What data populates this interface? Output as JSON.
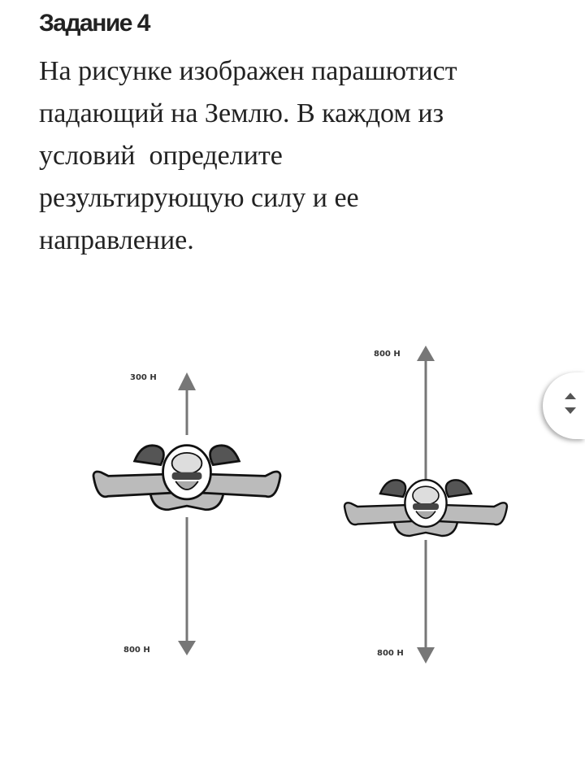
{
  "title": "Задание 4",
  "text_lines": [
    "На рисунке изображен парашютист",
    "падающий на Землю. В каждом из",
    "условий  определите",
    "результирующую силу и ее",
    "направление."
  ],
  "figures": [
    {
      "up_force": "300 Н",
      "down_force": "800 Н"
    },
    {
      "up_force": "800 Н",
      "down_force": "800 Н"
    }
  ]
}
